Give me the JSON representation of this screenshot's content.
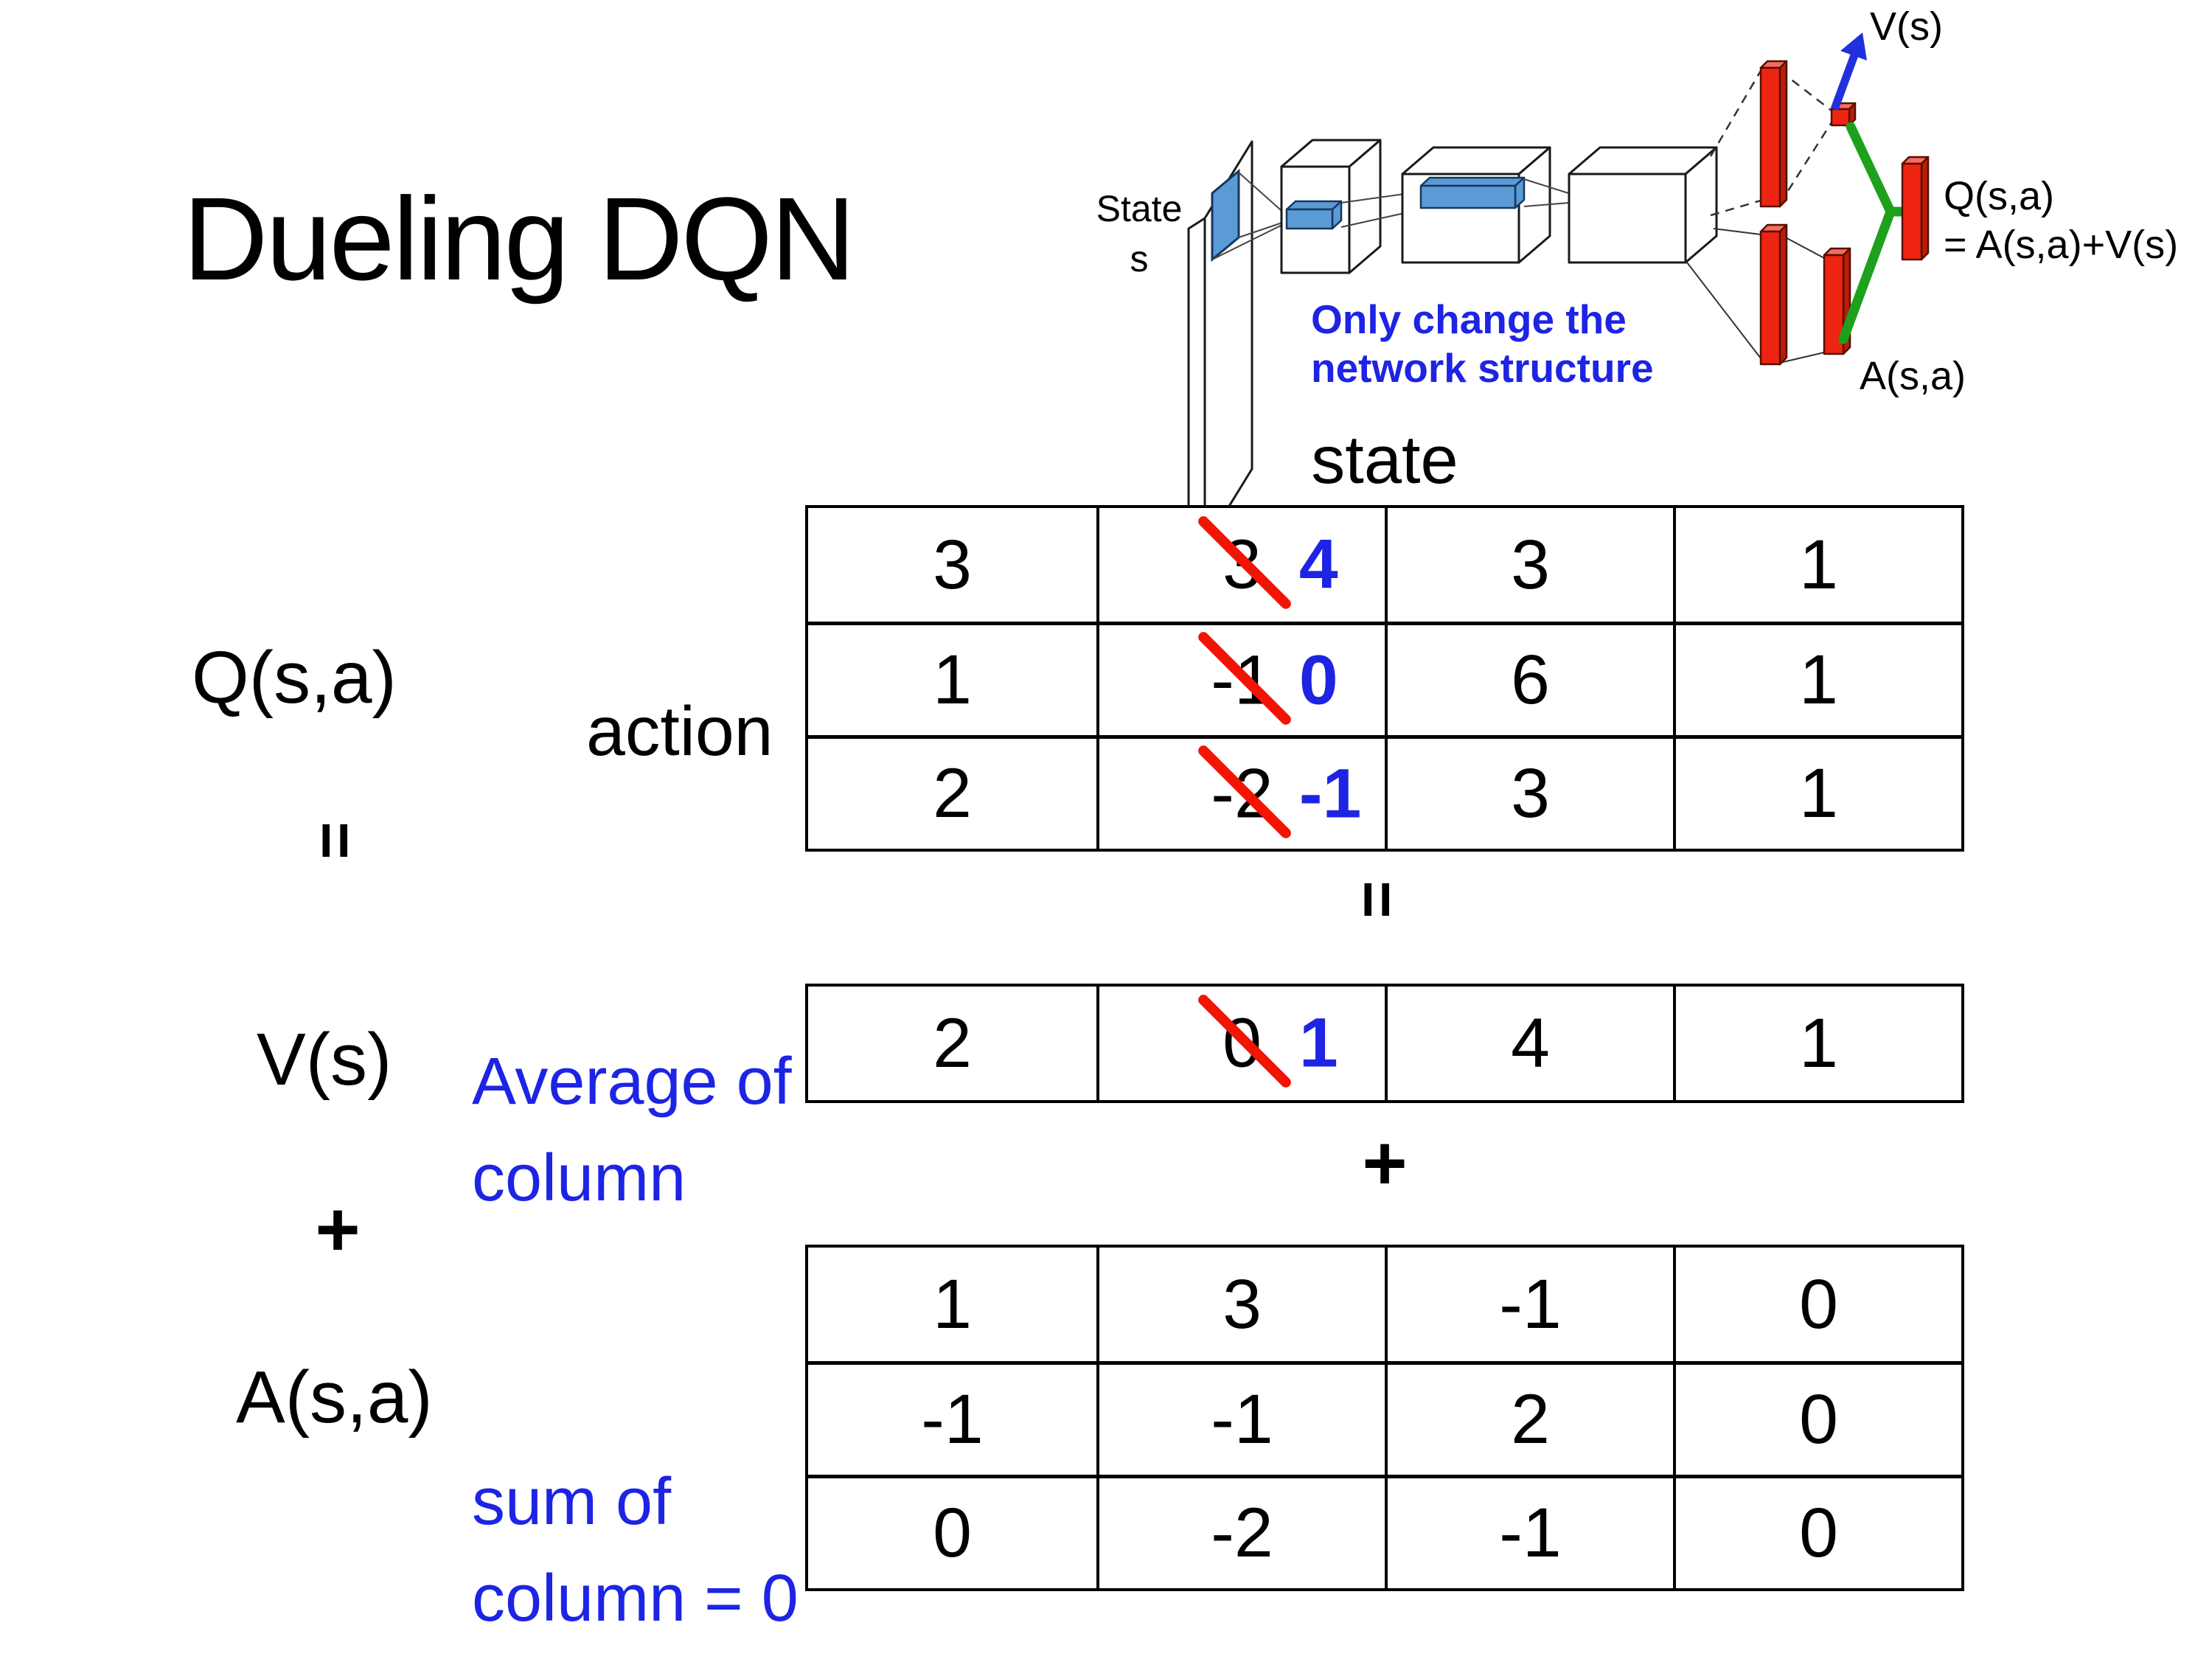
{
  "slide": {
    "title": "Dueling DQN",
    "colors": {
      "annotation_blue": "#1d24e4",
      "strike_red": "#f21505",
      "bar_red": "#ee2413",
      "merge_green": "#1da11d",
      "filter_blue": "#5b9bd5"
    }
  },
  "diagram": {
    "state_line1": "State",
    "state_line2": "s",
    "note_line1": "Only change the",
    "note_line2": "network structure",
    "v_out": "V(s)",
    "q_out_line1": "Q(s,a)",
    "q_out_line2": "= A(s,a)+V(s)",
    "a_out": "A(s,a)"
  },
  "decomp": {
    "state_header": "state",
    "action_label": "action",
    "q_label": "Q(s,a)",
    "v_label": "V(s)",
    "a_label": "A(s,a)",
    "equals_left": "=",
    "equals_center": "=",
    "plus_left": "+",
    "plus_center": "+",
    "v_note_line1": "Average of",
    "v_note_line2": "column",
    "a_note_line1": "sum of",
    "a_note_line2": "column = 0",
    "q_table": {
      "rows": [
        {
          "cells": [
            {
              "v": "3"
            },
            {
              "old": "3",
              "new": "4"
            },
            {
              "v": "3"
            },
            {
              "v": "1"
            }
          ]
        },
        {
          "cells": [
            {
              "v": "1"
            },
            {
              "old": "-1",
              "new": "0"
            },
            {
              "v": "6"
            },
            {
              "v": "1"
            }
          ]
        },
        {
          "cells": [
            {
              "v": "2"
            },
            {
              "old": "-2",
              "new": "-1"
            },
            {
              "v": "3"
            },
            {
              "v": "1"
            }
          ]
        }
      ]
    },
    "v_table": {
      "rows": [
        {
          "cells": [
            {
              "v": "2"
            },
            {
              "old": "0",
              "new": "1"
            },
            {
              "v": "4"
            },
            {
              "v": "1"
            }
          ]
        }
      ]
    },
    "a_table": {
      "rows": [
        {
          "cells": [
            {
              "v": "1"
            },
            {
              "v": "3"
            },
            {
              "v": "-1"
            },
            {
              "v": "0"
            }
          ]
        },
        {
          "cells": [
            {
              "v": "-1"
            },
            {
              "v": "-1"
            },
            {
              "v": "2"
            },
            {
              "v": "0"
            }
          ]
        },
        {
          "cells": [
            {
              "v": "0"
            },
            {
              "v": "-2"
            },
            {
              "v": "-1"
            },
            {
              "v": "0"
            }
          ]
        }
      ]
    }
  }
}
